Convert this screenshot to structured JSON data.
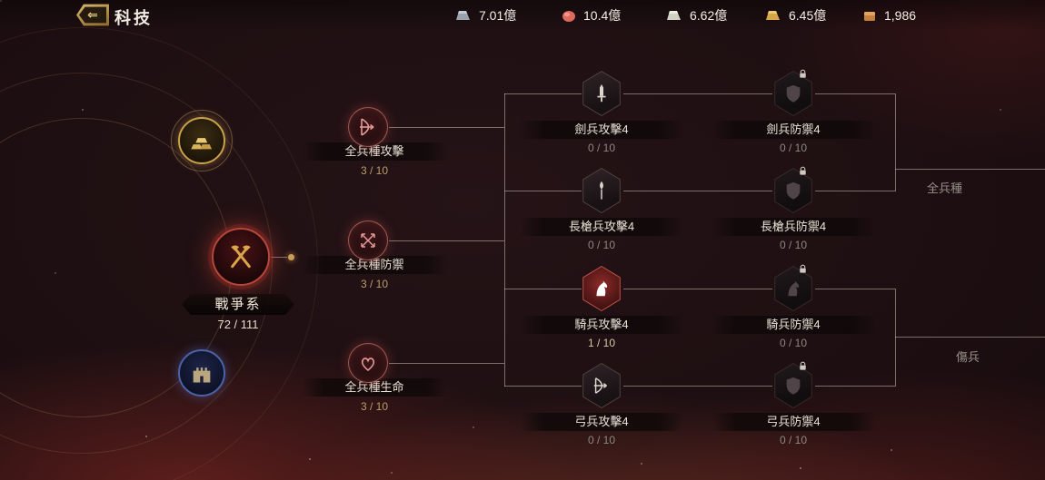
{
  "header": {
    "title": "科技",
    "resources": [
      {
        "icon": "iron-icon",
        "value": "7.01億",
        "color": "#9aa3ad"
      },
      {
        "icon": "food-icon",
        "value": "10.4億",
        "color": "#dd6a5c"
      },
      {
        "icon": "silver-icon",
        "value": "6.62億",
        "color": "#cfd2c0"
      },
      {
        "icon": "gold-icon",
        "value": "6.45億",
        "color": "#d7a648"
      },
      {
        "icon": "bronze-icon",
        "value": "1,986",
        "color": "#c6803b"
      }
    ]
  },
  "categories": {
    "resource": {
      "icon": "gold-ingots-icon"
    },
    "war": {
      "icon": "crossed-axes-icon",
      "label": "戰爭系",
      "progress": "72 / 111",
      "selected": true
    },
    "city": {
      "icon": "building-icon"
    }
  },
  "left_nodes": [
    {
      "icon": "bow-icon",
      "label": "全兵種攻擊",
      "progress": "3 / 10"
    },
    {
      "icon": "crossed-arrows-icon",
      "label": "全兵種防禦",
      "progress": "3 / 10"
    },
    {
      "icon": "heart-icon",
      "label": "全兵種生命",
      "progress": "3 / 10"
    }
  ],
  "grid": {
    "rows": [
      {
        "attack": {
          "icon": "sword-icon",
          "label": "劍兵攻擊4",
          "progress": "0 / 10",
          "active": false
        },
        "defense": {
          "icon": "sword-icon",
          "label": "劍兵防禦4",
          "progress": "0 / 10",
          "locked": true
        }
      },
      {
        "attack": {
          "icon": "spear-icon",
          "label": "長槍兵攻擊4",
          "progress": "0 / 10",
          "active": false
        },
        "defense": {
          "icon": "spear-icon",
          "label": "長槍兵防禦4",
          "progress": "0 / 10",
          "locked": true
        }
      },
      {
        "attack": {
          "icon": "horse-icon",
          "label": "騎兵攻擊4",
          "progress": "1 / 10",
          "active": true
        },
        "defense": {
          "icon": "horse-icon",
          "label": "騎兵防禦4",
          "progress": "0 / 10",
          "locked": true
        }
      },
      {
        "attack": {
          "icon": "bow-icon",
          "label": "弓兵攻擊4",
          "progress": "0 / 10",
          "active": false
        },
        "defense": {
          "icon": "bow-icon",
          "label": "弓兵防禦4",
          "progress": "0 / 10",
          "locked": true
        }
      }
    ]
  },
  "right_edge": {
    "labels": [
      "全兵種",
      "傷兵"
    ]
  },
  "colors": {
    "accent_gold": "#c9a24a",
    "accent_red": "#b8463a",
    "accent_blue": "#4c62aa",
    "active_glow": "#e14637"
  }
}
